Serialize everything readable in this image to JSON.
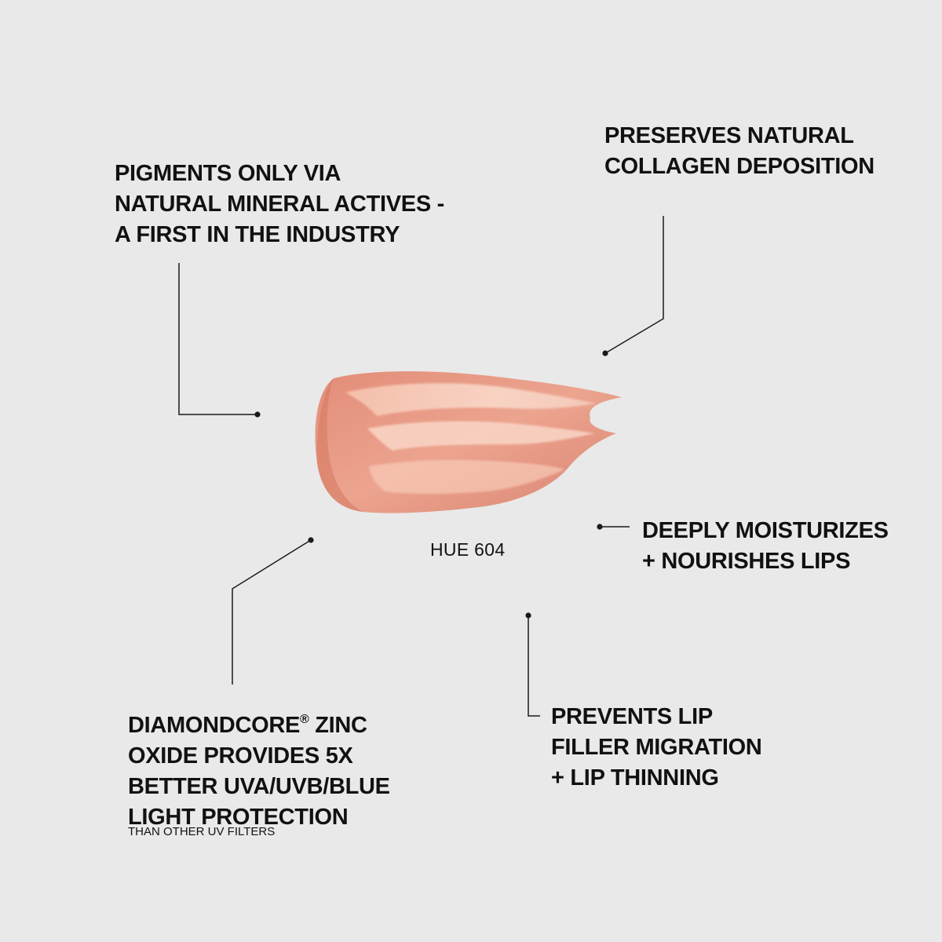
{
  "swatch": {
    "label": "HUE 604",
    "color_base": "#e9a08c",
    "color_edge": "#d67d68",
    "color_highlight": "#fbd9c9"
  },
  "callouts": {
    "pigments": {
      "lines": [
        "PIGMENTS ONLY VIA",
        "NATURAL MINERAL ACTIVES -",
        "A FIRST IN THE INDUSTRY"
      ]
    },
    "collagen": {
      "lines": [
        "PRESERVES NATURAL",
        "COLLAGEN DEPOSITION"
      ]
    },
    "moisturizes": {
      "lines": [
        "DEEPLY MOISTURIZES",
        "+ NOURISHES LIPS"
      ]
    },
    "filler": {
      "lines": [
        "PREVENTS LIP",
        "FILLER MIGRATION",
        "+ LIP THINNING"
      ]
    },
    "zinc": {
      "brand": "DIAMONDCORE",
      "mark": "®",
      "line1_rest": " ZINC",
      "lines": [
        "OXIDE PROVIDES 5X",
        "BETTER UVA/UVB/BLUE",
        "LIGHT PROTECTION"
      ],
      "fine_print": "THAN OTHER UV FILTERS"
    }
  },
  "colors": {
    "background": "#e9e9e9",
    "text": "#111111",
    "leader_line": "#1a1a1a"
  }
}
